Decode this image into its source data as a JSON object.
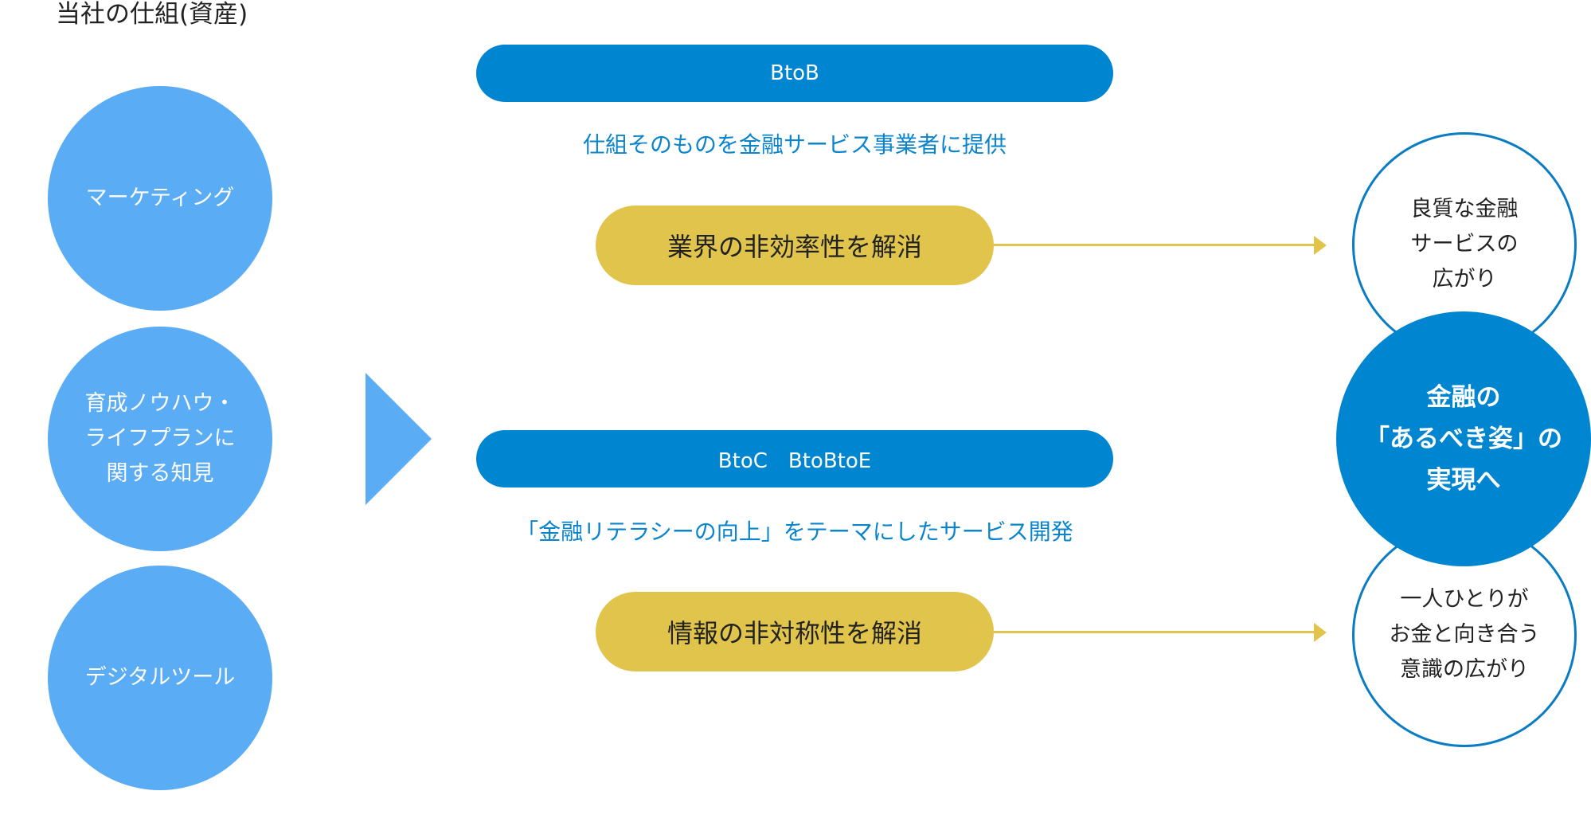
{
  "page": {
    "title": "当社の仕組(資産)"
  },
  "assets": [
    {
      "label": "マーケティング"
    },
    {
      "label": "育成ノウハウ・\nライフプランに\n関する知見"
    },
    {
      "label": "デジタルツール"
    }
  ],
  "models": [
    {
      "label": "BtoB",
      "description": "仕組そのものを金融サービス事業者に提供",
      "solution": "業界の非効率性を解消"
    },
    {
      "label": "BtoC　BtoBtoE",
      "description": "「金融リテラシーの向上」をテーマにしたサービス開発",
      "solution": "情報の非対称性を解消"
    }
  ],
  "outcomes": {
    "top": "良質な金融\nサービスの\n広がり",
    "goal": "金融の\n「あるべき姿」の\n実現へ",
    "bottom": "一人ひとりが\nお金と向き合う\n意識の広がり"
  },
  "colors": {
    "asset_circle": "#5aacf4",
    "model_pill": "#0085d1",
    "solution_pill": "#e0c44c",
    "outcome_border": "#0a7cc4"
  }
}
